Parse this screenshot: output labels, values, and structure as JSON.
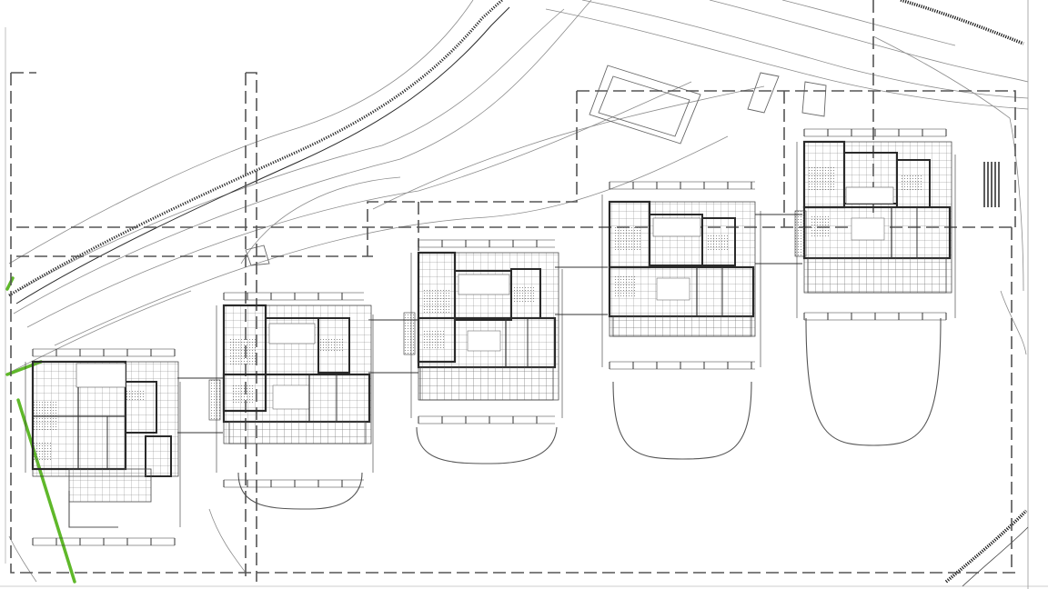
{
  "drawing": {
    "colors": {
      "paper": "#ffffff",
      "line": "#3a3a3a",
      "wall": "#4a4a4a",
      "terrain": "#9a9a9a",
      "dashed": "#555555",
      "green": "#5fb82a"
    },
    "icons": [
      "railway-track",
      "house-plan",
      "dimension-line",
      "property-boundary",
      "green-path"
    ],
    "edge_label_left": "",
    "edge_label_right": "",
    "buildings": [
      {
        "id": "house-1"
      },
      {
        "id": "house-2"
      },
      {
        "id": "house-3"
      },
      {
        "id": "house-4"
      },
      {
        "id": "house-5"
      }
    ]
  }
}
